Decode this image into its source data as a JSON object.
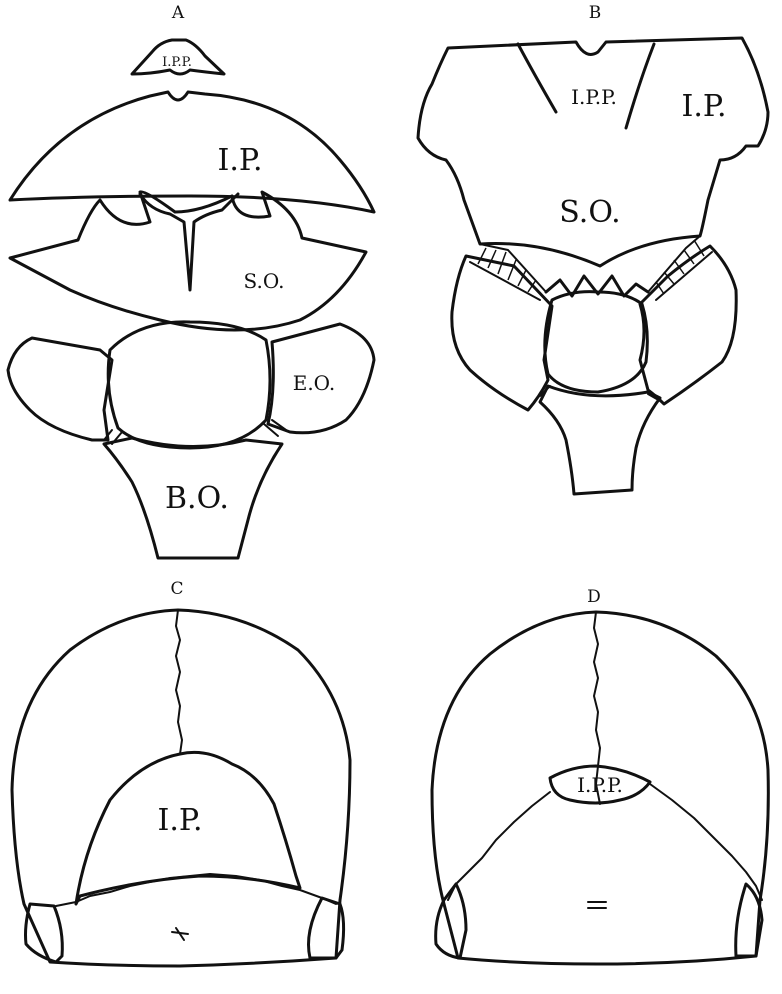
{
  "figure": {
    "panels": {
      "a": {
        "label": "A"
      },
      "b": {
        "label": "B"
      },
      "c": {
        "label": "C"
      },
      "d": {
        "label": "D"
      }
    },
    "labels": {
      "a_ipp": "I.P.P.",
      "a_ip": "I.P.",
      "a_so": "S.O.",
      "a_eo": "E.O.",
      "a_bo": "B.O.",
      "b_ipp": "I.P.P.",
      "b_ip": "I.P.",
      "b_so": "S.O.",
      "c_ip": "I.P.",
      "d_ipp": "I.P.P."
    }
  }
}
